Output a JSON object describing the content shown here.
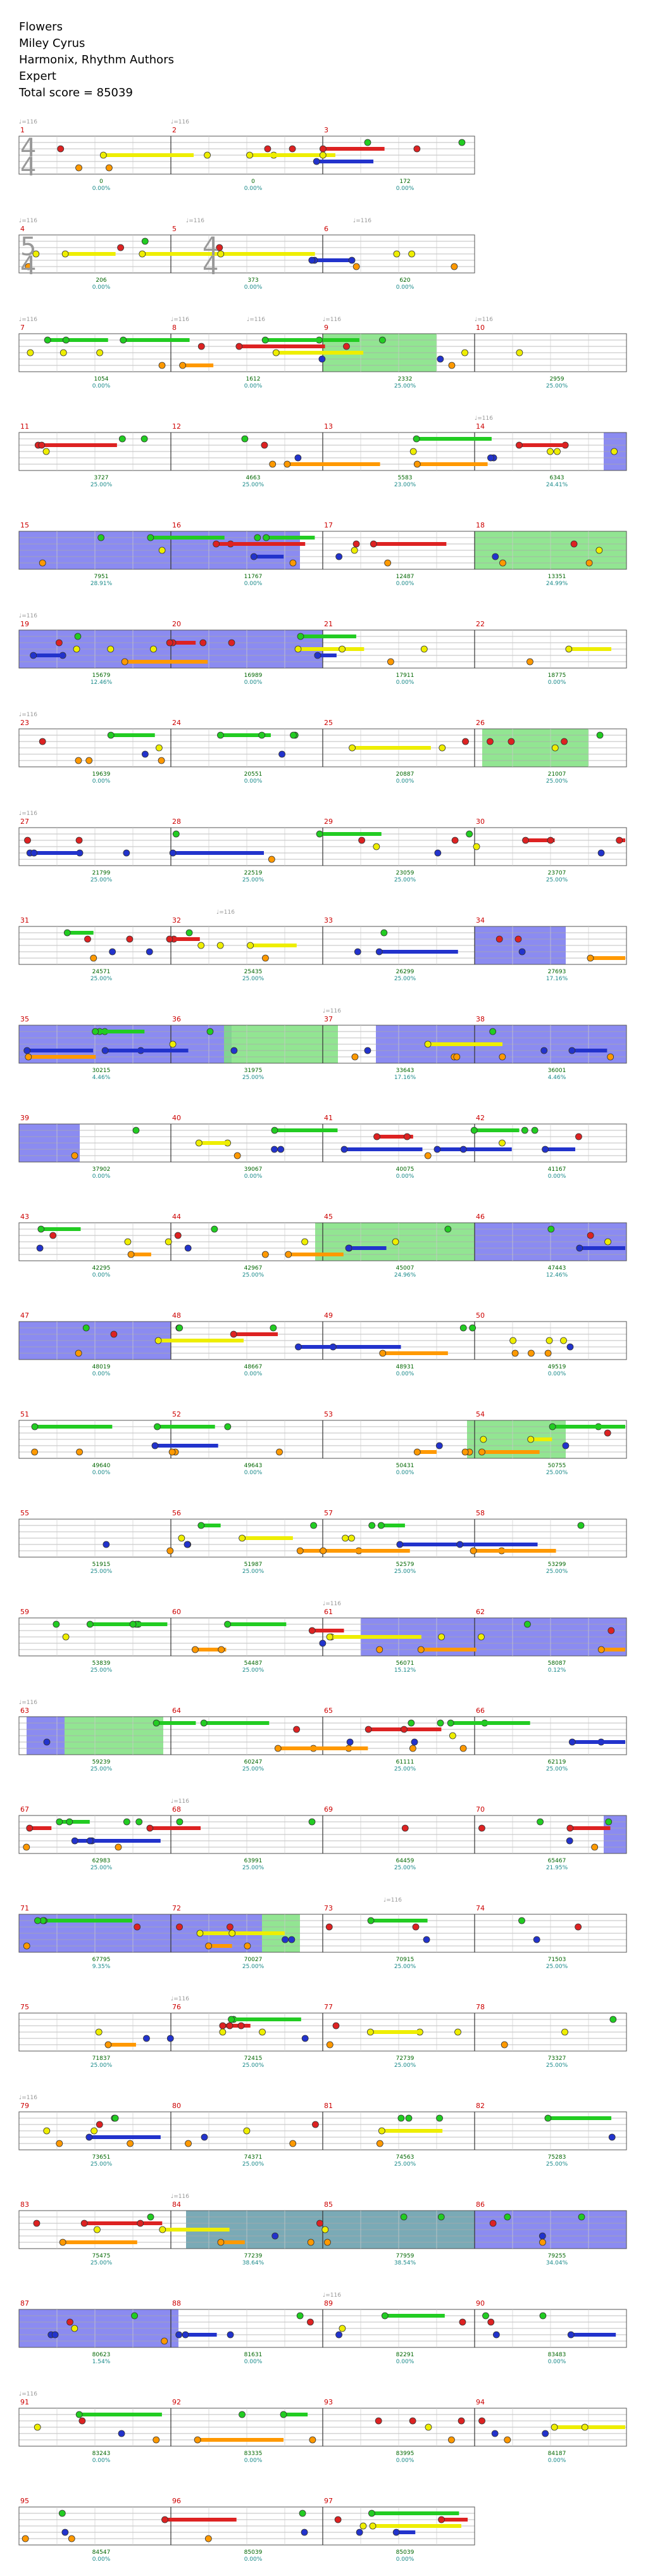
{
  "song": {
    "title": "Flowers",
    "artist": "Miley Cyrus",
    "charter": "Harmonix, Rhythm Authors",
    "difficulty": "Expert",
    "total_score": "Total score = 85039"
  },
  "tempo_label": "♩=116",
  "colors": {
    "green": "#22cc22",
    "red": "#dd2222",
    "yellow": "#eeee00",
    "blue": "#2233cc",
    "orange": "#ff9900",
    "starpower": "#7fe07f",
    "overdrive": "#7777ee"
  },
  "time_signatures": [
    {
      "row": 0,
      "top": "4",
      "bottom": "4"
    },
    {
      "row": 1,
      "top": "5",
      "bottom": "4"
    },
    {
      "row": 1,
      "top": "4",
      "bottom": "4"
    }
  ],
  "rows": [
    {
      "measures": [
        1,
        2,
        3
      ],
      "scores": [
        [
          "0",
          "0.00%"
        ],
        [
          "0",
          "0.00%"
        ],
        [
          "172",
          "0.00%"
        ]
      ]
    },
    {
      "measures": [
        4,
        5,
        6
      ],
      "scores": [
        [
          "206",
          "0.00%"
        ],
        [
          "373",
          "0.00%"
        ],
        [
          "620",
          "0.00%"
        ]
      ]
    },
    {
      "measures": [
        7,
        8,
        9,
        10
      ],
      "scores": [
        [
          "1054",
          "0.00%"
        ],
        [
          "1612",
          "0.00%"
        ],
        [
          "2332",
          "25.00%"
        ],
        [
          "2959",
          "25.00%"
        ]
      ]
    },
    {
      "measures": [
        11,
        12,
        13,
        14
      ],
      "scores": [
        [
          "3727",
          "25.00%"
        ],
        [
          "4663",
          "25.00%"
        ],
        [
          "5583",
          "23.00%"
        ],
        [
          "6343",
          "24.41%"
        ]
      ]
    },
    {
      "measures": [
        15,
        16,
        17,
        18
      ],
      "scores": [
        [
          "7951",
          "28.91%"
        ],
        [
          "11767",
          "0.00%"
        ],
        [
          "12487",
          "0.00%"
        ],
        [
          "13351",
          "24.99%"
        ]
      ]
    },
    {
      "measures": [
        19,
        20,
        21,
        22
      ],
      "scores": [
        [
          "15679",
          "12.46%"
        ],
        [
          "16989",
          "0.00%"
        ],
        [
          "17911",
          "0.00%"
        ],
        [
          "18775",
          "0.00%"
        ]
      ]
    },
    {
      "measures": [
        23,
        24,
        25,
        26
      ],
      "scores": [
        [
          "19639",
          "0.00%"
        ],
        [
          "20551",
          "0.00%"
        ],
        [
          "20887",
          "0.00%"
        ],
        [
          "21007",
          "25.00%"
        ]
      ]
    },
    {
      "measures": [
        27,
        28,
        29,
        30
      ],
      "scores": [
        [
          "21799",
          "25.00%"
        ],
        [
          "22519",
          "25.00%"
        ],
        [
          "23059",
          "25.00%"
        ],
        [
          "23707",
          "25.00%"
        ]
      ]
    },
    {
      "measures": [
        31,
        32,
        33,
        34
      ],
      "scores": [
        [
          "24571",
          "25.00%"
        ],
        [
          "25435",
          "25.00%"
        ],
        [
          "26299",
          "25.00%"
        ],
        [
          "27693",
          "17.16%"
        ]
      ]
    },
    {
      "measures": [
        35,
        36,
        37,
        38
      ],
      "scores": [
        [
          "30215",
          "4.46%"
        ],
        [
          "31975",
          "25.00%"
        ],
        [
          "33643",
          "17.16%"
        ],
        [
          "36001",
          "4.46%"
        ]
      ]
    },
    {
      "measures": [
        39,
        40,
        41,
        42
      ],
      "scores": [
        [
          "37902",
          "0.00%"
        ],
        [
          "39067",
          "0.00%"
        ],
        [
          "40075",
          "0.00%"
        ],
        [
          "41167",
          "0.00%"
        ]
      ]
    },
    {
      "measures": [
        43,
        44,
        45,
        46
      ],
      "scores": [
        [
          "42295",
          "0.00%"
        ],
        [
          "42967",
          "25.00%"
        ],
        [
          "45007",
          "24.96%"
        ],
        [
          "47443",
          "12.46%"
        ]
      ]
    },
    {
      "measures": [
        47,
        48,
        49,
        50
      ],
      "scores": [
        [
          "48019",
          "0.00%"
        ],
        [
          "48667",
          "0.00%"
        ],
        [
          "48931",
          "0.00%"
        ],
        [
          "49519",
          "0.00%"
        ]
      ]
    },
    {
      "measures": [
        51,
        52,
        53,
        54
      ],
      "scores": [
        [
          "49640",
          "0.00%"
        ],
        [
          "49643",
          "0.00%"
        ],
        [
          "50431",
          "0.00%"
        ],
        [
          "50755",
          "25.00%"
        ]
      ]
    },
    {
      "measures": [
        55,
        56,
        57,
        58
      ],
      "scores": [
        [
          "51915",
          "25.00%"
        ],
        [
          "51987",
          "25.00%"
        ],
        [
          "52579",
          "25.00%"
        ],
        [
          "53299",
          "25.00%"
        ]
      ]
    },
    {
      "measures": [
        59,
        60,
        61,
        62
      ],
      "scores": [
        [
          "53839",
          "25.00%"
        ],
        [
          "54487",
          "25.00%"
        ],
        [
          "56071",
          "15.12%"
        ],
        [
          "58087",
          "0.12%"
        ]
      ]
    },
    {
      "measures": [
        63,
        64,
        65,
        66
      ],
      "scores": [
        [
          "59239",
          "25.00%"
        ],
        [
          "60247",
          "25.00%"
        ],
        [
          "61111",
          "25.00%"
        ],
        [
          "62119",
          "25.00%"
        ]
      ]
    },
    {
      "measures": [
        67,
        68,
        69,
        70
      ],
      "scores": [
        [
          "62983",
          "25.00%"
        ],
        [
          "63991",
          "25.00%"
        ],
        [
          "64459",
          "25.00%"
        ],
        [
          "65467",
          "21.95%"
        ]
      ]
    },
    {
      "measures": [
        71,
        72,
        73,
        74
      ],
      "scores": [
        [
          "67795",
          "9.35%"
        ],
        [
          "70027",
          "25.00%"
        ],
        [
          "70915",
          "25.00%"
        ],
        [
          "71503",
          "25.00%"
        ]
      ]
    },
    {
      "measures": [
        75,
        76,
        77,
        78
      ],
      "scores": [
        [
          "71837",
          "25.00%"
        ],
        [
          "72415",
          "25.00%"
        ],
        [
          "72739",
          "25.00%"
        ],
        [
          "73327",
          "25.00%"
        ]
      ]
    },
    {
      "measures": [
        79,
        80,
        81,
        82
      ],
      "scores": [
        [
          "73651",
          "25.00%"
        ],
        [
          "74371",
          "25.00%"
        ],
        [
          "74563",
          "25.00%"
        ],
        [
          "75283",
          "25.00%"
        ]
      ]
    },
    {
      "measures": [
        83,
        84,
        85,
        86
      ],
      "scores": [
        [
          "75475",
          "25.00%"
        ],
        [
          "77239",
          "38.64%"
        ],
        [
          "77959",
          "38.54%"
        ],
        [
          "79255",
          "34.04%"
        ]
      ]
    },
    {
      "measures": [
        87,
        88,
        89,
        90
      ],
      "scores": [
        [
          "80623",
          "1.54%"
        ],
        [
          "81631",
          "0.00%"
        ],
        [
          "82291",
          "0.00%"
        ],
        [
          "83483",
          "0.00%"
        ]
      ]
    },
    {
      "measures": [
        91,
        92,
        93,
        94
      ],
      "scores": [
        [
          "83243",
          "0.00%"
        ],
        [
          "83335",
          "0.00%"
        ],
        [
          "83995",
          "0.00%"
        ],
        [
          "84187",
          "0.00%"
        ]
      ]
    },
    {
      "measures": [
        95,
        96,
        97
      ],
      "scores": [
        [
          "84547",
          "0.00%"
        ],
        [
          "85039",
          "0.00%"
        ],
        [
          "85039",
          "0.00%"
        ]
      ]
    }
  ]
}
